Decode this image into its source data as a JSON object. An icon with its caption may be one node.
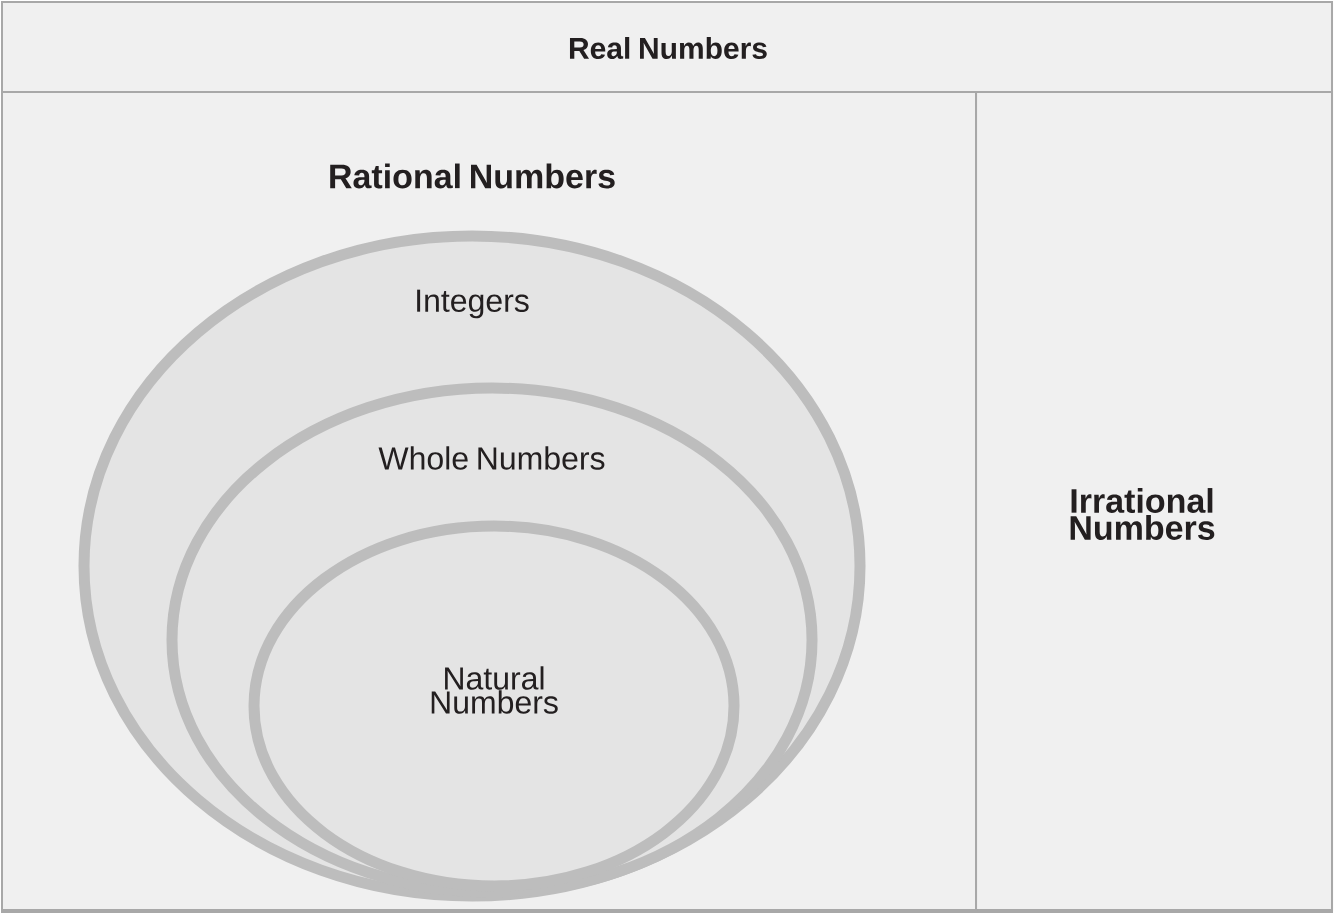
{
  "diagram": {
    "nodes": [
      {
        "text": [
          "Real Numbers"
        ]
      },
      {
        "text": [
          "Rational Numbers"
        ],
        "in": 0
      },
      {
        "text": [
          "Integers"
        ],
        "in": 1
      },
      {
        "text": [
          "Whole Numbers"
        ],
        "in": 2
      },
      {
        "text": [
          "Natural Numbers"
        ],
        "in": 3
      },
      {
        "text": [
          "Irrational Numbers"
        ],
        "in": 0
      }
    ]
  }
}
